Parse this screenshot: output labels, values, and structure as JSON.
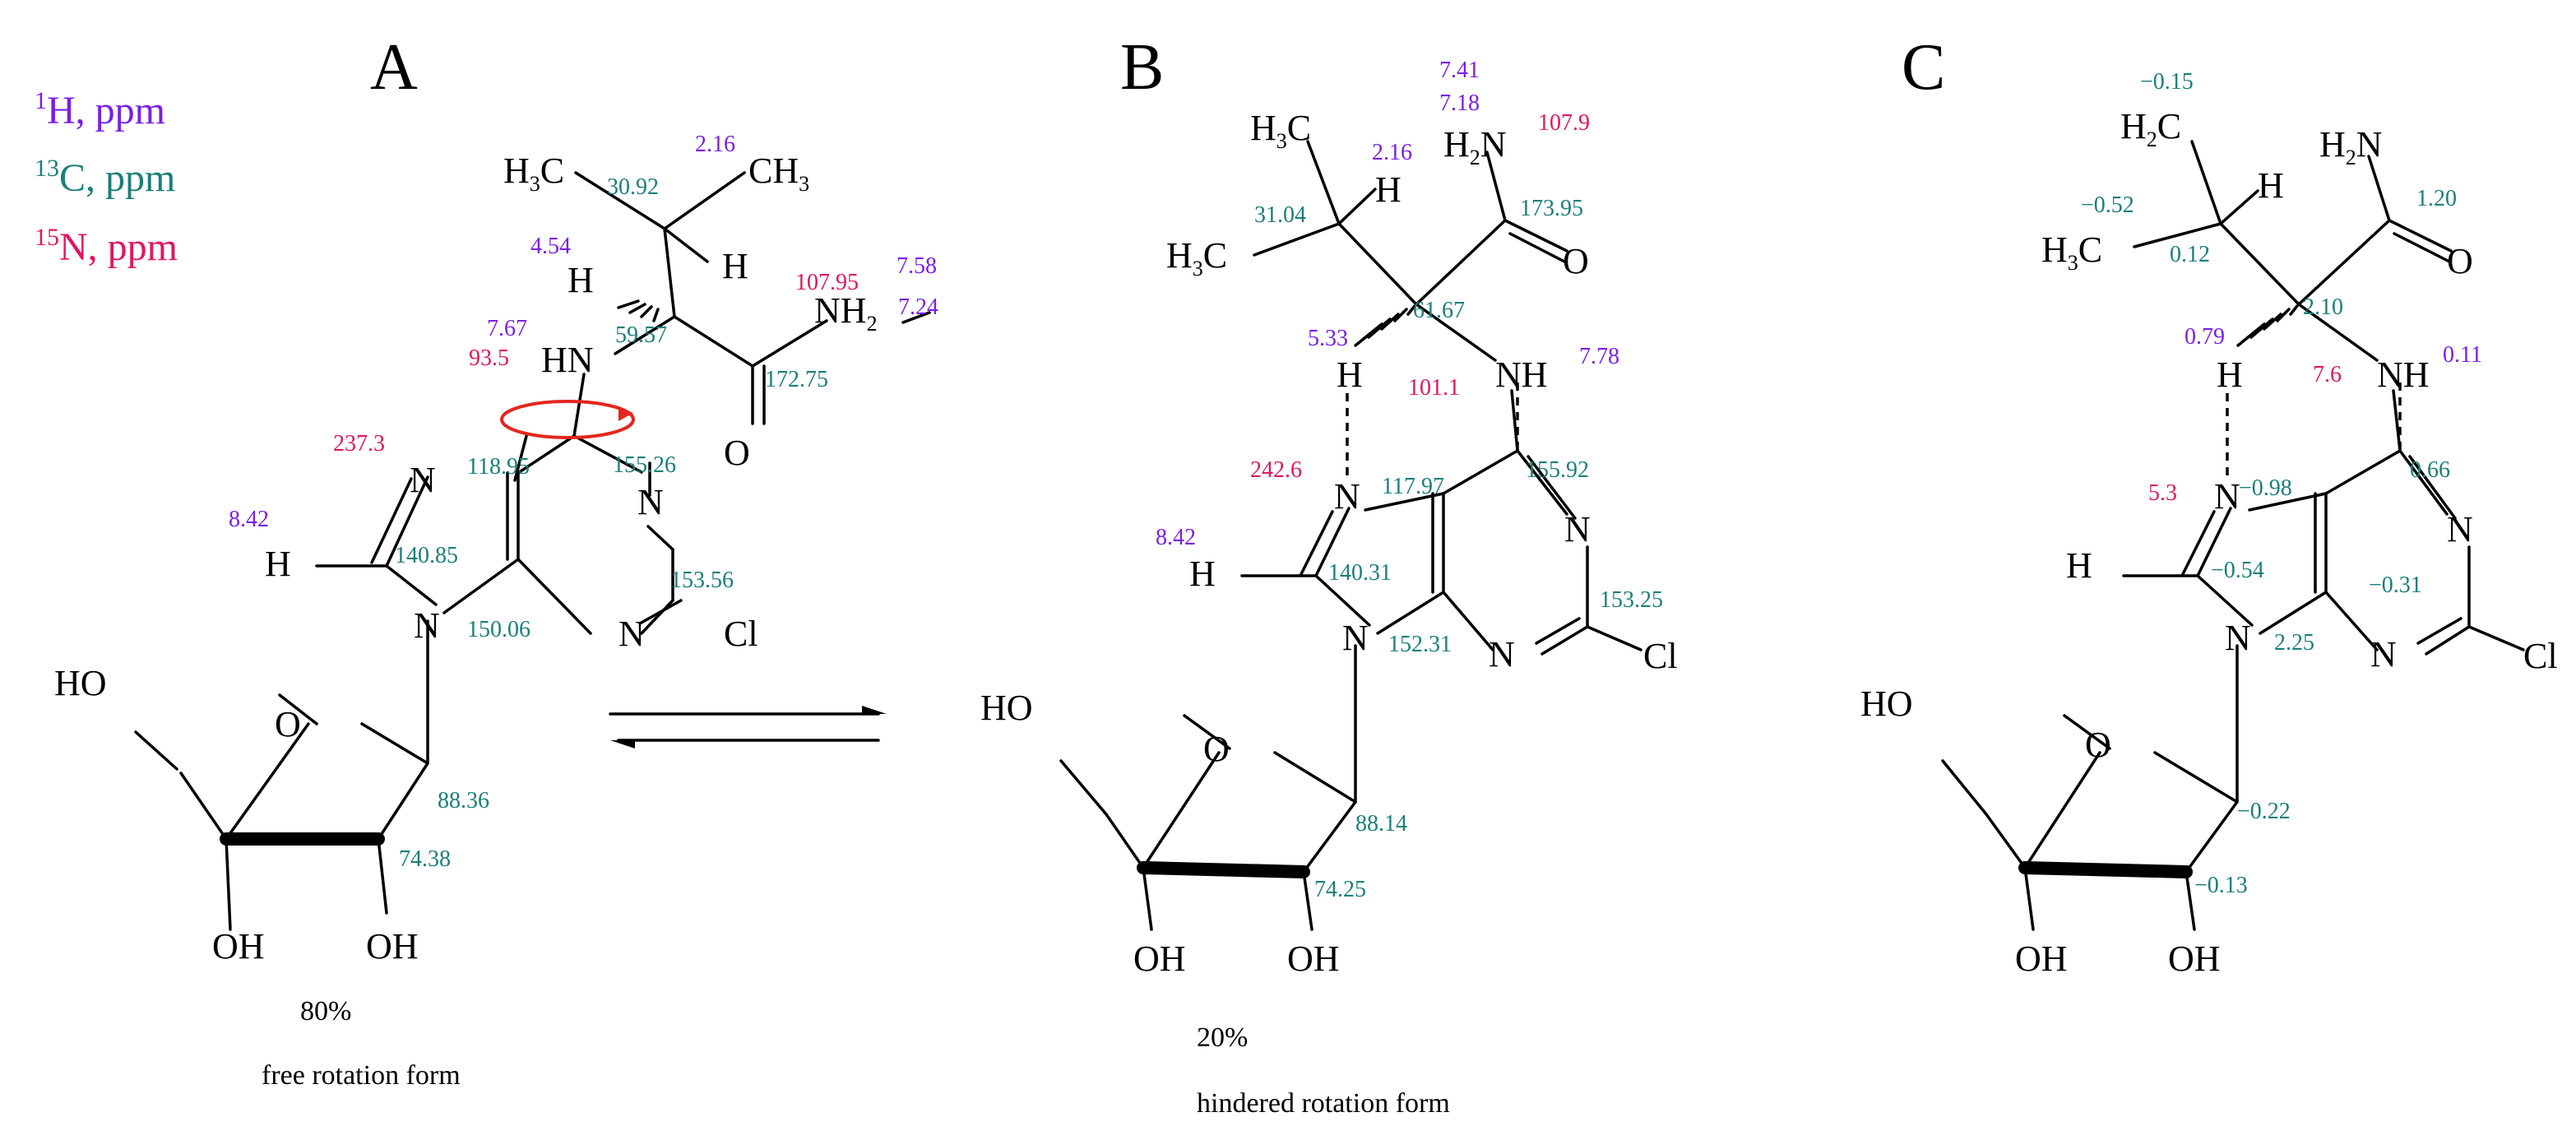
{
  "panels": {
    "a": {
      "letter": "A",
      "percent": "80%",
      "caption": "free rotation form"
    },
    "b": {
      "letter": "B",
      "percent": "20%",
      "caption": "hindered rotation form"
    },
    "c": {
      "letter": "C"
    }
  },
  "legend": {
    "h_sup": "1",
    "h_label": "H, ppm",
    "c_sup": "13",
    "c_label": "C, ppm",
    "n_sup": "15",
    "n_label": "N, ppm"
  },
  "colors": {
    "h": "#7a1fe6",
    "c": "#1a7f7a",
    "n": "#e0175e",
    "arrow": "#e3261f"
  },
  "atoms": {
    "H3C": "H3C",
    "CH3": "CH3",
    "H2C": "H2C",
    "H2N": "H2N",
    "NH2": "NH2",
    "H": "H",
    "HN": "HN",
    "NH": "NH",
    "N": "N",
    "Cl": "Cl",
    "O": "O",
    "HO": "HO",
    "OH": "OH"
  },
  "shifts": {
    "a": {
      "h1": "4.54",
      "h2": "2.16",
      "h3": "7.67",
      "h4": "7.58",
      "h5": "7.24",
      "h6": "8.42",
      "c1": "30.92",
      "c2": "59.57",
      "c3": "172.75",
      "c4": "118.95",
      "c5": "155.26",
      "c6": "140.85",
      "c7": "153.56",
      "c8": "150.06",
      "c9": "88.36",
      "c10": "74.38",
      "n1": "93.5",
      "n2": "107.95",
      "n3": "237.3"
    },
    "b": {
      "h1": "7.41",
      "h2": "7.18",
      "h3": "2.16",
      "h4": "5.33",
      "h5": "7.78",
      "h6": "8.42",
      "c1": "31.04",
      "c2": "173.95",
      "c3": "61.67",
      "c4": "117.97",
      "c5": "155.92",
      "c6": "140.31",
      "c7": "153.25",
      "c8": "152.31",
      "c9": "88.14",
      "c10": "74.25",
      "n1": "107.9",
      "n2": "101.1",
      "n3": "242.6"
    },
    "c": {
      "c1": "−0.15",
      "c2": "1.20",
      "c3": "−0.52",
      "c4": "0.12",
      "c5": "2.10",
      "h1": "0.79",
      "n1": "7.6",
      "h2": "0.11",
      "n2": "5.3",
      "c6": "−0.98",
      "c7": "0.66",
      "c8": "−0.54",
      "c9": "−0.31",
      "c10": "2.25",
      "c11": "−0.22",
      "c12": "−0.13"
    }
  }
}
